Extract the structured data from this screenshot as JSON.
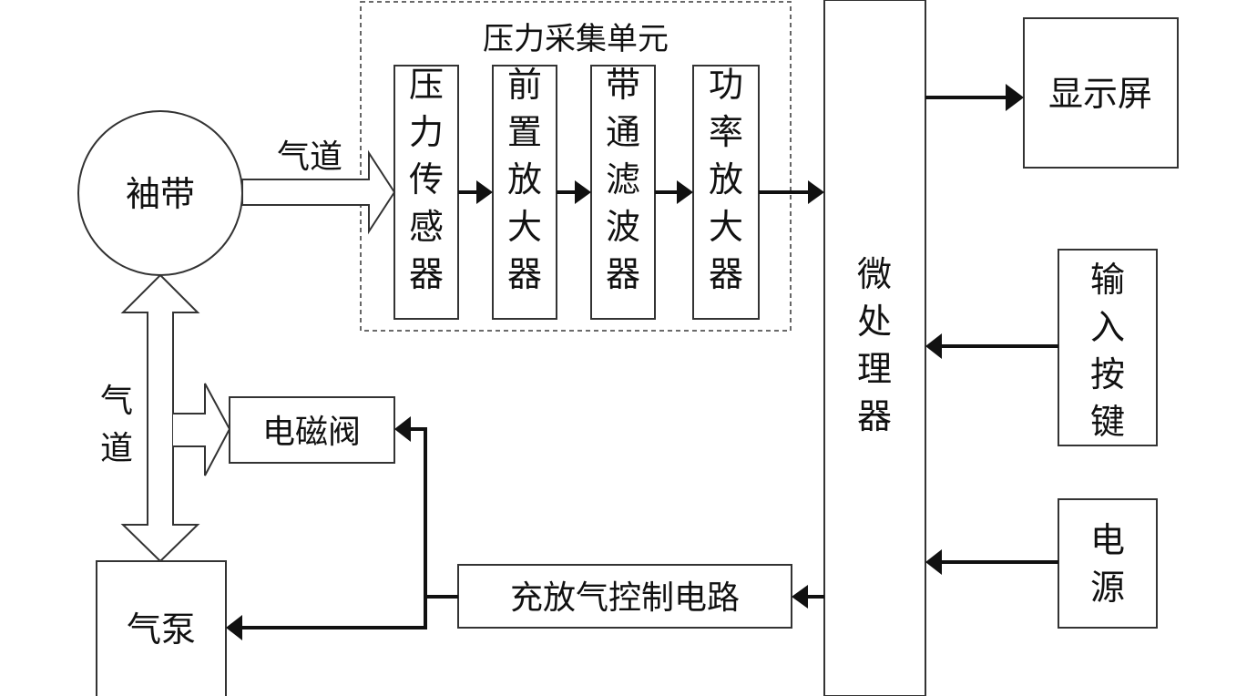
{
  "title": "压力采集单元",
  "cuff": "袖带",
  "airway_top": "气道",
  "airway_left": "气道",
  "stages": [
    "压力传感器",
    "前置放大器",
    "带通滤波器",
    "功率放大器"
  ],
  "microprocessor": "微处理器",
  "display": "显示屏",
  "input_keys": "输入按键",
  "power": "电源",
  "solenoid_valve": "电磁阀",
  "inflate_deflate_circuit": "充放气控制电路",
  "air_pump": "气泵"
}
